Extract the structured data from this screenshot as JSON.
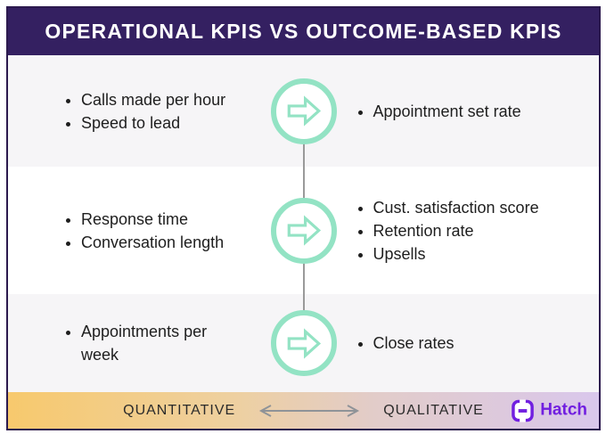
{
  "title": "OPERATIONAL KPIS VS OUTCOME-BASED KPIS",
  "rows": [
    {
      "left": [
        "Calls made per hour",
        "Speed to lead"
      ],
      "right": [
        "Appointment set rate"
      ]
    },
    {
      "left": [
        "Response time",
        "Conversation length"
      ],
      "right": [
        "Cust. satisfaction score",
        "Retention rate",
        "Upsells"
      ]
    },
    {
      "left": [
        "Appointments per week"
      ],
      "right": [
        "Close rates"
      ]
    }
  ],
  "footer": {
    "left_label": "QUANTITATIVE",
    "right_label": "QUALITATIVE",
    "brand_name": "Hatch"
  },
  "icons": {
    "row_marker": "arrow-right-icon",
    "axis_marker": "double-headed-arrow-icon",
    "brand_marker": "hatch-logo-icon"
  },
  "colors": {
    "header-bg": "#342061",
    "frame-border": "#2c1a4e",
    "accent-mint": "#93e3c4",
    "row-alt-bg": "#f6f5f7",
    "connector-gray": "#9a9a9a",
    "gradient-left": "#f7c96d",
    "gradient-right": "#d9c7ec",
    "brand-purple": "#711fe0",
    "text-dark": "#1e1e1e"
  }
}
